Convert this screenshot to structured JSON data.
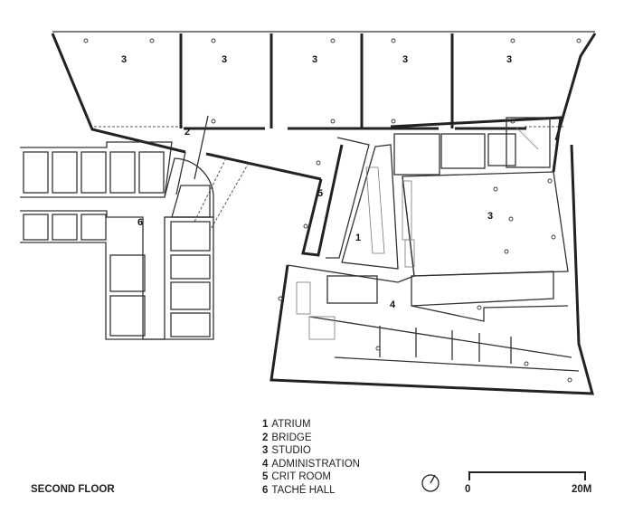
{
  "plan": {
    "title": "SECOND FLOOR",
    "room_labels": {
      "studio_1": "3",
      "studio_2": "3",
      "studio_3": "3",
      "studio_4": "3",
      "studio_5": "3",
      "studio_right": "3",
      "bridge": "2",
      "tache_hall": "6",
      "crit_room": "5",
      "atrium": "1",
      "administration": "4"
    }
  },
  "legend": [
    {
      "num": "1",
      "label": "ATRIUM"
    },
    {
      "num": "2",
      "label": "BRIDGE"
    },
    {
      "num": "3",
      "label": "STUDIO"
    },
    {
      "num": "4",
      "label": "ADMINISTRATION"
    },
    {
      "num": "5",
      "label": "CRIT ROOM"
    },
    {
      "num": "6",
      "label": "TACHÉ HALL"
    }
  ],
  "scale_bar": {
    "start": "0",
    "end": "20M"
  },
  "north_arrow": "north-arrow-icon"
}
